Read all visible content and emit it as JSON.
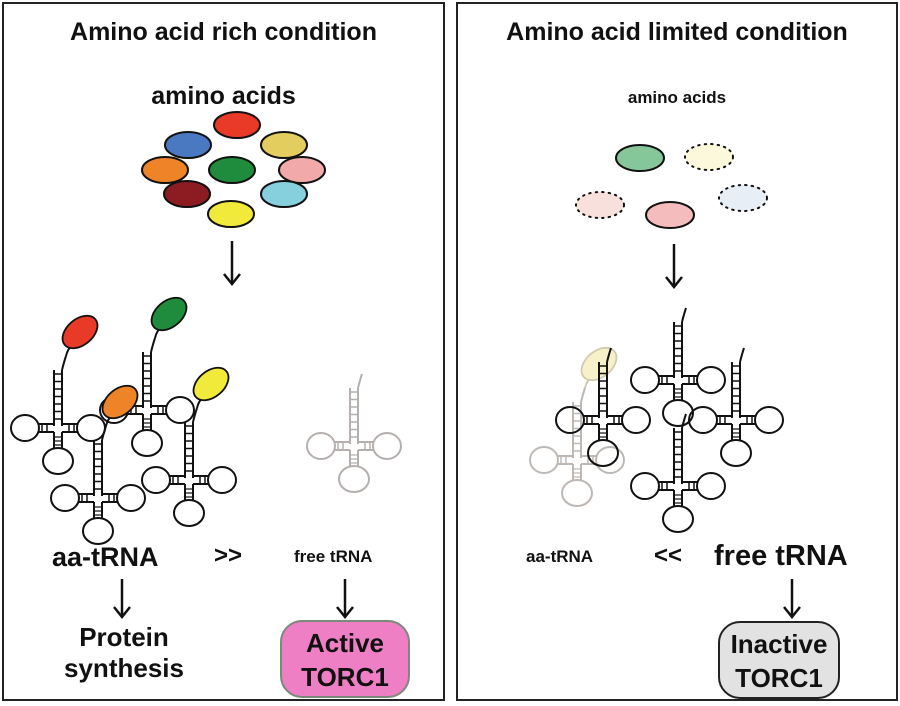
{
  "panels": {
    "left": {
      "title": "Amino acid rich condition",
      "amino_label": "amino acids",
      "aa_trna_label": "aa-tRNA",
      "comparison": ">>",
      "free_trna_label": "free tRNA",
      "outcome_left": [
        "Protein",
        "synthesis"
      ],
      "torc_box": [
        "Active",
        "TORC1"
      ],
      "torc_color": "#ee7fc4",
      "amino_acid_colors": [
        "#e83a26",
        "#4a79c2",
        "#e2cd5e",
        "#ef8328",
        "#1f8b3c",
        "#f1a9a9",
        "#8d1c22",
        "#86cfdd",
        "#f2ea3a"
      ],
      "charged_trna_colors": [
        "#e83a26",
        "#1f8b3c",
        "#ef8328",
        "#f2ea3a"
      ]
    },
    "right": {
      "title": "Amino acid limited condition",
      "amino_label": "amino acids",
      "aa_trna_label": "aa-tRNA",
      "comparison": "<<",
      "free_trna_label": "free tRNA",
      "torc_box": [
        "Inactive",
        "TORC1"
      ],
      "torc_color": "#e2e2e2",
      "present_amino_acid_colors": [
        "#86c79a",
        "#f4bcbc"
      ],
      "depleted_amino_acid_colors": [
        "#fbf8dc",
        "#f8e0dc",
        "#e8eef6"
      ],
      "charged_trna_color": "#f6f1c8"
    }
  }
}
